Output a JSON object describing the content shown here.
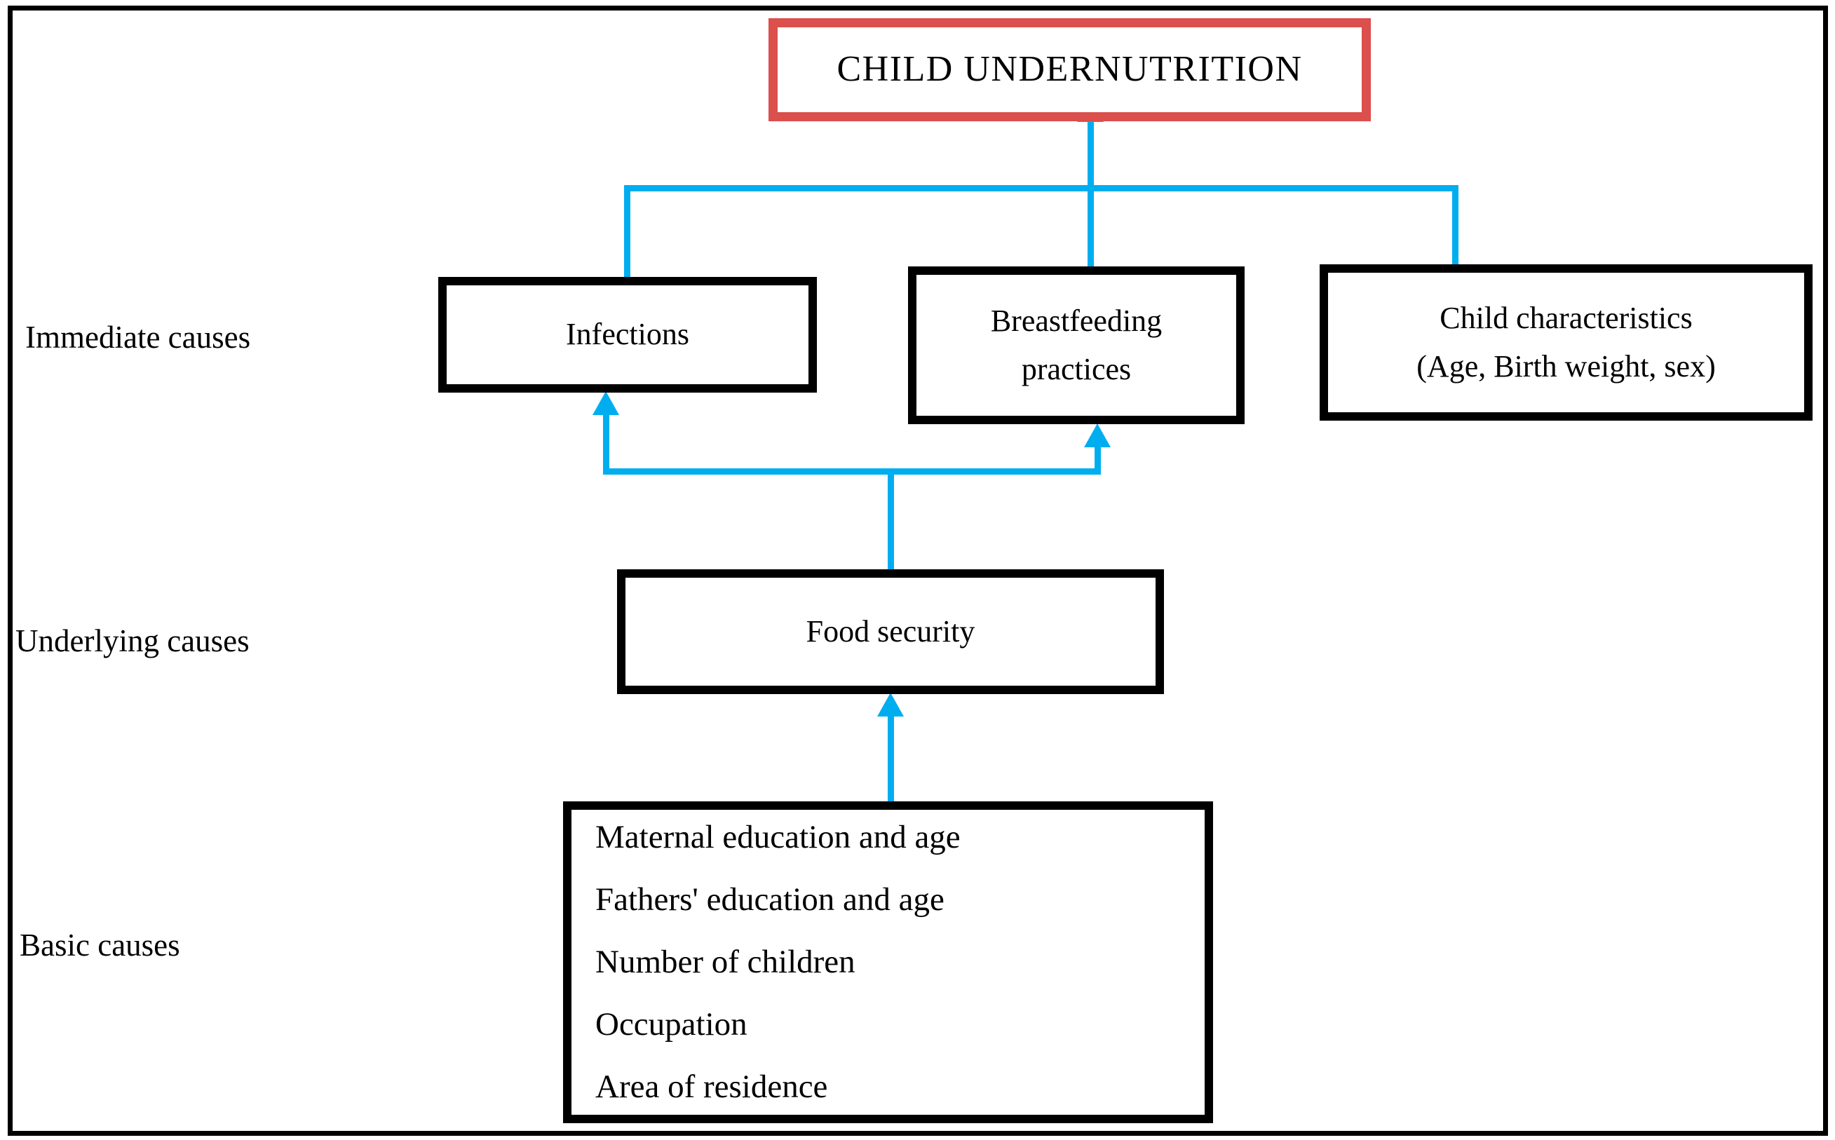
{
  "diagram": {
    "title_box": {
      "label": "CHILD UNDERNUTRITION",
      "border_color": "#DB4F4C"
    },
    "connector_color": "#00AEF0",
    "box_border_color": "#000000",
    "row_labels": [
      {
        "label": "Immediate causes"
      },
      {
        "label": "Underlying causes"
      },
      {
        "label": "Basic causes"
      }
    ],
    "immediate": {
      "infections": {
        "label": "Infections"
      },
      "breastfeeding": {
        "line1": "Breastfeeding",
        "line2": "practices"
      },
      "child_characteristics": {
        "line1": "Child characteristics",
        "line2": "(Age, Birth weight, sex)"
      }
    },
    "underlying": {
      "food_security": {
        "label": "Food security"
      }
    },
    "basic": {
      "items": [
        "Maternal education and age",
        "Fathers' education and age",
        "Number of children",
        "Occupation",
        "Area of residence"
      ]
    }
  }
}
